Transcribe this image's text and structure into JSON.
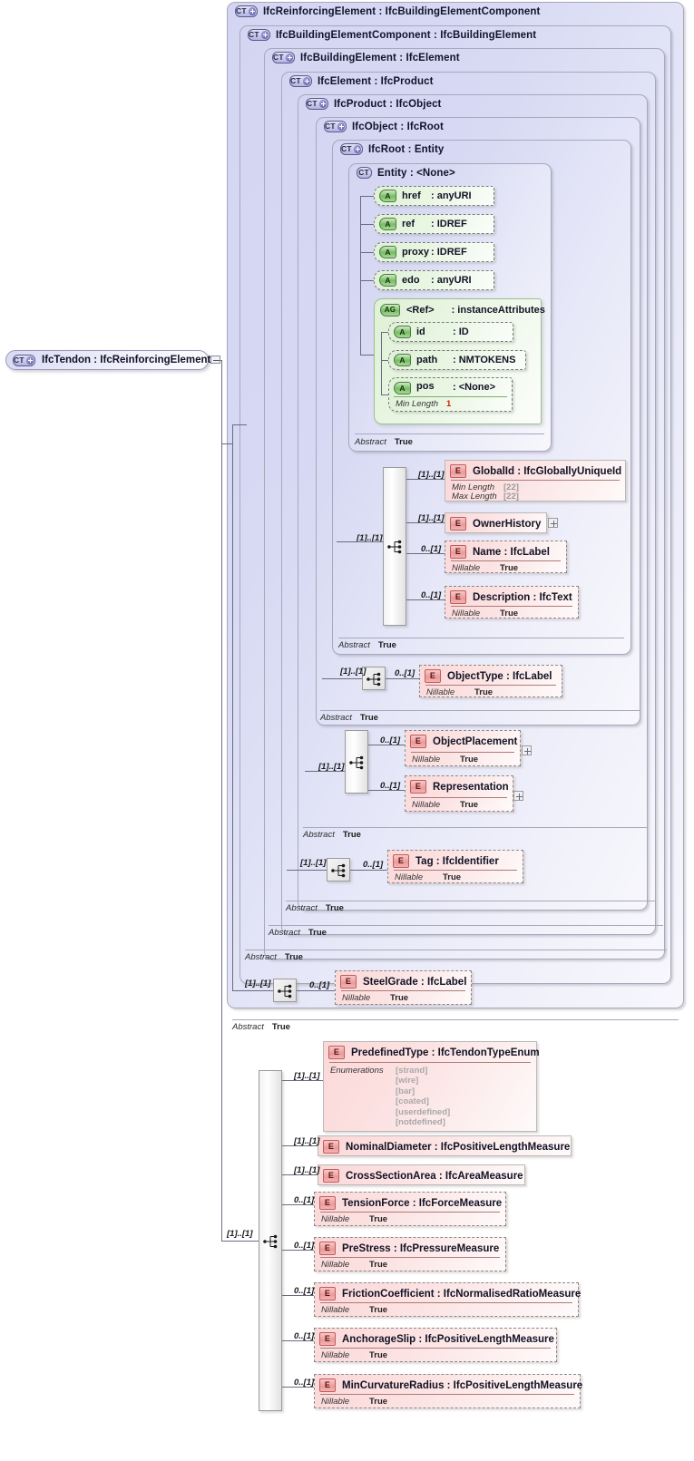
{
  "diagram": {
    "title": "IfcTendon XSD schema diagram",
    "root": {
      "icon": "ct-plus-icon",
      "label": "IfcTendon : IfcReinforcingElement"
    },
    "containers": [
      {
        "icon": "ct-plus-icon",
        "label": "IfcReinforcingElement : IfcBuildingElementComponent",
        "abstract_key": "Abstract",
        "abstract_value": "True"
      },
      {
        "icon": "ct-plus-icon",
        "label": "IfcBuildingElementComponent : IfcBuildingElement",
        "abstract_key": "Abstract",
        "abstract_value": "True"
      },
      {
        "icon": "ct-plus-icon",
        "label": "IfcBuildingElement : IfcElement",
        "abstract_key": "Abstract",
        "abstract_value": "True"
      },
      {
        "icon": "ct-plus-icon",
        "label": "IfcElement : IfcProduct",
        "abstract_key": "Abstract",
        "abstract_value": "True"
      },
      {
        "icon": "ct-plus-icon",
        "label": "IfcProduct : IfcObject",
        "abstract_key": "Abstract",
        "abstract_value": "True"
      },
      {
        "icon": "ct-plus-icon",
        "label": "IfcObject : IfcRoot",
        "abstract_key": "Abstract",
        "abstract_value": "True"
      },
      {
        "icon": "ct-plus-icon",
        "label": "IfcRoot   : Entity",
        "abstract_key": "Abstract",
        "abstract_value": "True"
      },
      {
        "icon": "ct-icon",
        "label": "Entity     : <None>",
        "abstract_key": "Abstract",
        "abstract_value": "True"
      }
    ],
    "attributes": [
      {
        "icon": "a-icon",
        "name": "href",
        "type": ": anyURI"
      },
      {
        "icon": "a-icon",
        "name": "ref",
        "type": ": IDREF"
      },
      {
        "icon": "a-icon",
        "name": "proxy",
        "type": ": IDREF"
      },
      {
        "icon": "a-icon",
        "name": "edo",
        "type": ": anyURI"
      }
    ],
    "attribute_group": {
      "icon": "ag-icon",
      "name": "<Ref>",
      "type": ": instanceAttributes",
      "members": [
        {
          "icon": "a-icon",
          "name": "id",
          "type": ": ID"
        },
        {
          "icon": "a-icon",
          "name": "path",
          "type": ": NMTOKENS"
        },
        {
          "icon": "a-icon",
          "name": "pos",
          "type": ": <None>",
          "facet_key": "Min Length",
          "facet_value": "1"
        }
      ]
    },
    "elements": {
      "global_id": {
        "icon": "e-icon",
        "label": "GlobalId  : IfcGloballyUniqueId",
        "cardinality": "[1]..[1]",
        "facets": [
          {
            "k": "Min Length",
            "v": "[22]"
          },
          {
            "k": "Max Length",
            "v": "[22]"
          }
        ]
      },
      "owner_history": {
        "icon": "e-icon",
        "label": "OwnerHistory",
        "cardinality": "[1]..[1]",
        "expander": "plus-expander-icon"
      },
      "name": {
        "icon": "e-icon",
        "label": "Name      : IfcLabel",
        "cardinality": "0..[1]",
        "facets": [
          {
            "k": "Nillable",
            "v": "True"
          }
        ]
      },
      "description": {
        "icon": "e-icon",
        "label": "Description : IfcText",
        "cardinality": "0..[1]",
        "facets": [
          {
            "k": "Nillable",
            "v": "True"
          }
        ]
      },
      "object_type": {
        "icon": "e-icon",
        "label": "ObjectType : IfcLabel",
        "cardinality": "0..[1]",
        "facets": [
          {
            "k": "Nillable",
            "v": "True"
          }
        ]
      },
      "object_placement": {
        "icon": "e-icon",
        "label": "ObjectPlacement",
        "cardinality": "0..[1]",
        "facets": [
          {
            "k": "Nillable",
            "v": "True"
          }
        ],
        "expander": "plus-expander-icon"
      },
      "representation": {
        "icon": "e-icon",
        "label": "Representation",
        "cardinality": "0..[1]",
        "facets": [
          {
            "k": "Nillable",
            "v": "True"
          }
        ],
        "expander": "plus-expander-icon"
      },
      "tag": {
        "icon": "e-icon",
        "label": "Tag          : IfcIdentifier",
        "cardinality": "0..[1]",
        "facets": [
          {
            "k": "Nillable",
            "v": "True"
          }
        ]
      },
      "steel_grade": {
        "icon": "e-icon",
        "label": "SteelGrade  : IfcLabel",
        "cardinality": "0..[1]",
        "facets": [
          {
            "k": "Nillable",
            "v": "True"
          }
        ]
      },
      "predefined_type": {
        "icon": "e-icon",
        "label": "PredefinedType : IfcTendonTypeEnum",
        "cardinality": "[1]..[1]",
        "enum_key": "Enumerations",
        "enum_values": "[strand]\n[wire]\n[bar]\n[coated]\n[userdefined]\n[notdefined]"
      },
      "nominal_diameter": {
        "icon": "e-icon",
        "label": "NominalDiameter : IfcPositiveLengthMeasure",
        "cardinality": "[1]..[1]"
      },
      "cross_section_area": {
        "icon": "e-icon",
        "label": "CrossSectionArea : IfcAreaMeasure",
        "cardinality": "[1]..[1]"
      },
      "tension_force": {
        "icon": "e-icon",
        "label": "TensionForce : IfcForceMeasure",
        "cardinality": "0..[1]",
        "facets": [
          {
            "k": "Nillable",
            "v": "True"
          }
        ]
      },
      "pre_stress": {
        "icon": "e-icon",
        "label": "PreStress : IfcPressureMeasure",
        "cardinality": "0..[1]",
        "facets": [
          {
            "k": "Nillable",
            "v": "True"
          }
        ]
      },
      "friction_coefficient": {
        "icon": "e-icon",
        "label": "FrictionCoefficient : IfcNormalisedRatioMeasure",
        "cardinality": "0..[1]",
        "facets": [
          {
            "k": "Nillable",
            "v": "True"
          }
        ]
      },
      "anchorage_slip": {
        "icon": "e-icon",
        "label": "AnchorageSlip : IfcPositiveLengthMeasure",
        "cardinality": "0..[1]",
        "facets": [
          {
            "k": "Nillable",
            "v": "True"
          }
        ]
      },
      "min_curvature_radius": {
        "icon": "e-icon",
        "label": "MinCurvatureRadius : IfcPositiveLengthMeasure",
        "cardinality": "0..[1]",
        "facets": [
          {
            "k": "Nillable",
            "v": "True"
          }
        ]
      }
    },
    "compositors": [
      {
        "name": "sequence-ifcroot",
        "cardinality": "[1]..[1]"
      },
      {
        "name": "sequence-ifcobject",
        "cardinality": "[1]..[1]"
      },
      {
        "name": "sequence-ifcproduct",
        "cardinality": "[1]..[1]"
      },
      {
        "name": "sequence-ifcelement",
        "cardinality": "[1]..[1]"
      },
      {
        "name": "sequence-ifcreinforcingelement",
        "cardinality": "[1]..[1]"
      },
      {
        "name": "sequence-ifctendon",
        "cardinality": "[1]..[1]"
      }
    ]
  }
}
